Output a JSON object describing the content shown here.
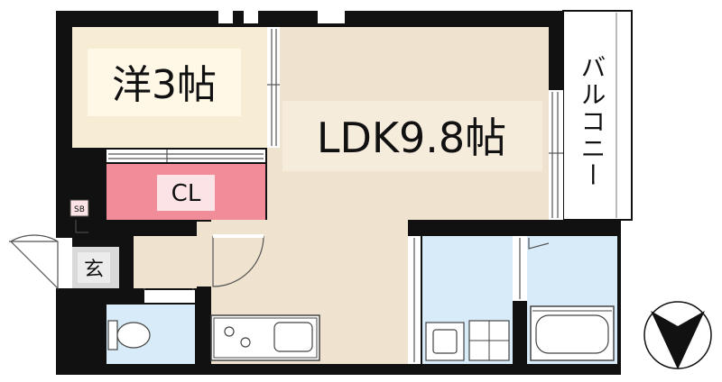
{
  "rooms": {
    "western_room": "洋3帖",
    "ldk": "LDK9.8帖",
    "closet": "CL",
    "balcony": "バルコニー",
    "entrance": "玄",
    "shoe_box": "SB"
  },
  "compass": {
    "icon": "north-arrow-icon"
  },
  "colors": {
    "wall": "#111111",
    "western_room": "#f7edd4",
    "ldk": "#efe3cf",
    "closet": "#f08d99",
    "closet_label_bg": "#fbe3e6",
    "wet_area": "#d8ebf8",
    "entrance": "#d9d9d9",
    "hallway": "#efe3cf"
  }
}
